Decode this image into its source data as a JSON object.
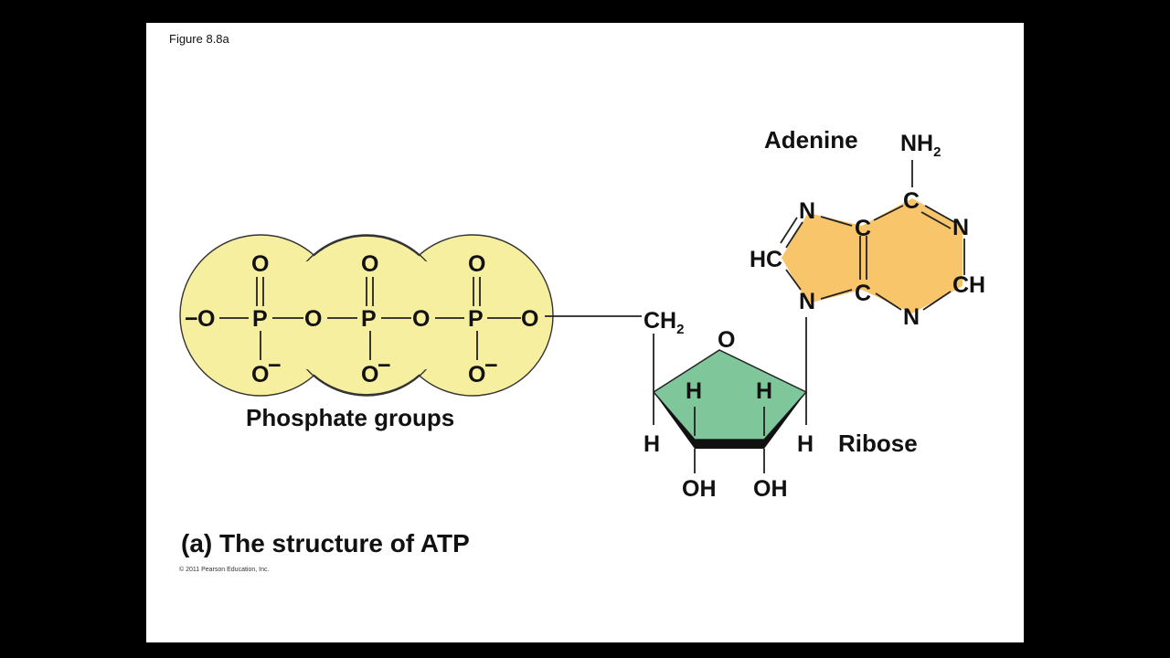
{
  "figure_label": "Figure 8.8a",
  "caption": "(a) The structure of ATP",
  "copyright": "© 2011 Pearson Education, Inc.",
  "labels": {
    "phosphate_groups": "Phosphate groups",
    "adenine": "Adenine",
    "ribose": "Ribose"
  },
  "phosphate": {
    "terminal_o": "O",
    "double_o": "O",
    "p": "P",
    "bridge_o": "O",
    "o_minus": "O",
    "charge": "−"
  },
  "ribose_atoms": {
    "ch": "CH",
    "ch_sub": "2",
    "ring_o": "O",
    "h": "H",
    "oh": "OH"
  },
  "adenine_atoms": {
    "nh": "NH",
    "nh_sub": "2",
    "c": "C",
    "n": "N",
    "hc": "HC",
    "ch": "CH"
  },
  "colors": {
    "phosphate_fill": "#F7EFA0",
    "adenine_fill": "#F8C56A",
    "ribose_fill": "#7FC79A",
    "background": "#000000",
    "slide": "#FFFFFF"
  }
}
